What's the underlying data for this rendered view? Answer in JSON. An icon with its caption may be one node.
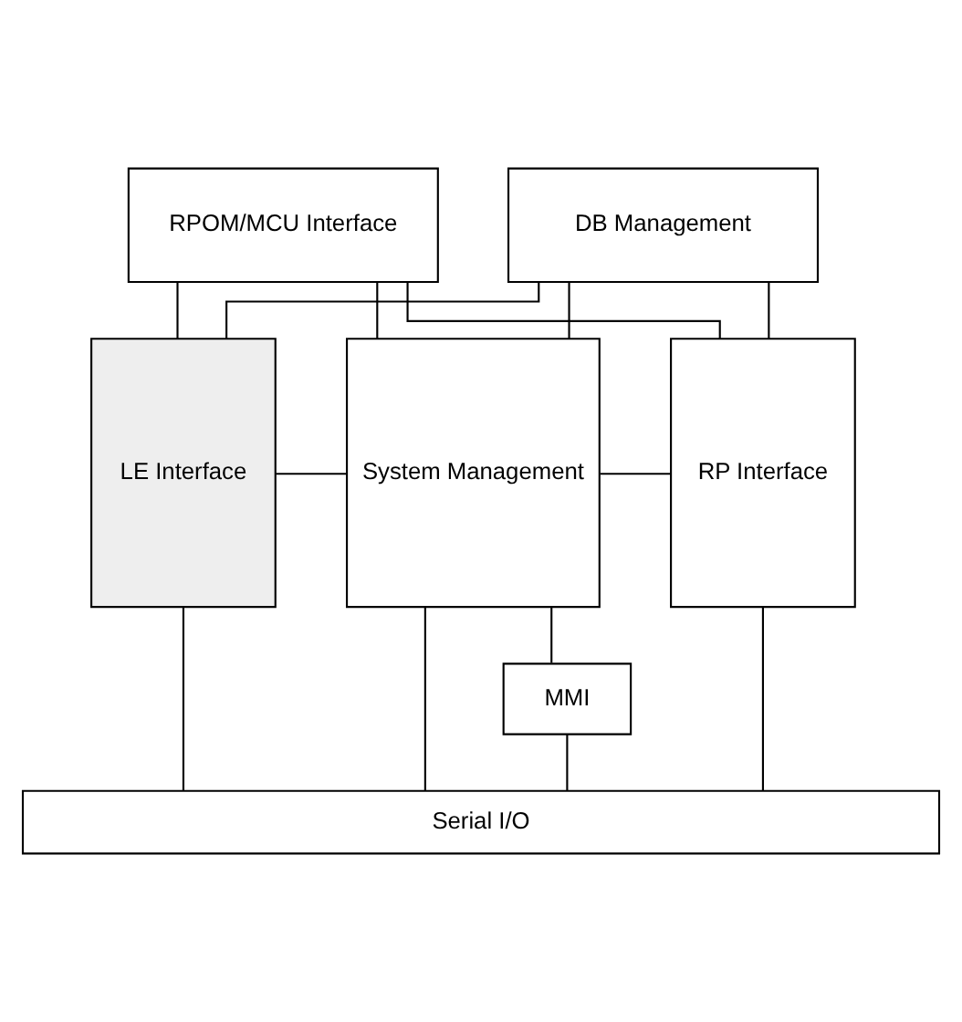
{
  "diagram": {
    "nodes": [
      {
        "text": [
          "RPOM/MCU Interface"
        ]
      },
      {
        "text": [
          "DB Management"
        ]
      },
      {
        "text": [
          "LE Interface"
        ]
      },
      {
        "text": [
          "System Management"
        ]
      },
      {
        "text": [
          "RP Interface"
        ]
      },
      {
        "text": [
          "MMI"
        ]
      },
      {
        "text": [
          "Serial I/O"
        ]
      }
    ],
    "edges": [
      {
        "from": 0,
        "to": 2,
        "arrow": "none"
      },
      {
        "from": 0,
        "to": 3,
        "arrow": "none"
      },
      {
        "from": 0,
        "to": 4,
        "arrow": "none"
      },
      {
        "from": 1,
        "to": 2,
        "arrow": "none"
      },
      {
        "from": 1,
        "to": 3,
        "arrow": "none"
      },
      {
        "from": 1,
        "to": 4,
        "arrow": "none"
      },
      {
        "from": 2,
        "to": 3,
        "arrow": "none"
      },
      {
        "from": 3,
        "to": 4,
        "arrow": "none"
      },
      {
        "from": 3,
        "to": 5,
        "arrow": "none"
      },
      {
        "from": 2,
        "to": 6,
        "arrow": "none"
      },
      {
        "from": 3,
        "to": 6,
        "arrow": "none"
      },
      {
        "from": 5,
        "to": 6,
        "arrow": "none"
      },
      {
        "from": 4,
        "to": 6,
        "arrow": "none"
      }
    ]
  }
}
